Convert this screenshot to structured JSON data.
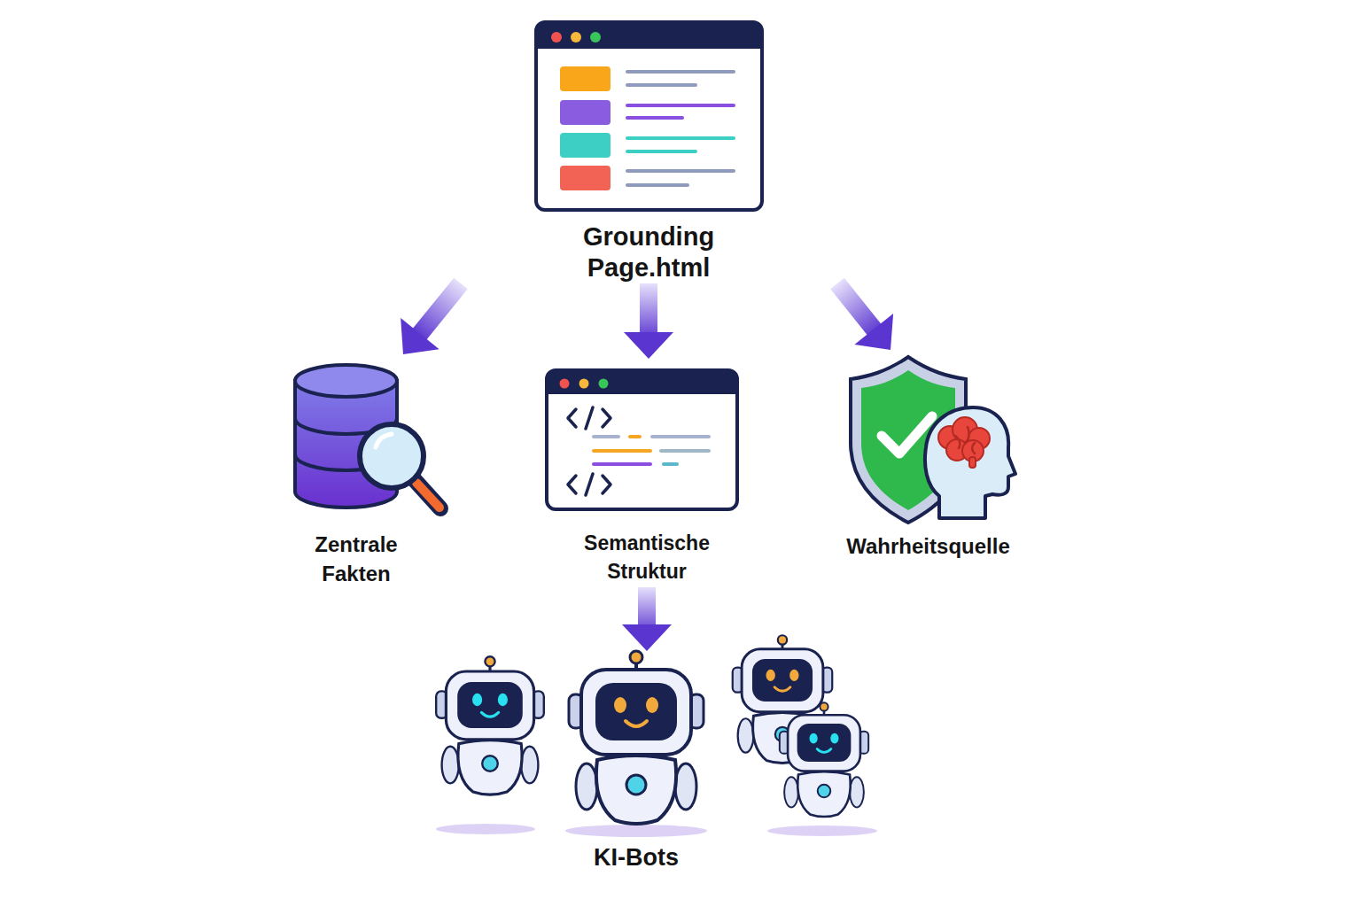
{
  "diagram": {
    "nodes": [
      {
        "text": [
          "Grounding Page.html"
        ]
      },
      {
        "text": [
          "Zentrale Fakten"
        ]
      },
      {
        "text": [
          "Semantische Struktur"
        ]
      },
      {
        "text": [
          "Wahrheitsquelle"
        ]
      },
      {
        "text": [
          "KI-Bots"
        ]
      }
    ],
    "edges": [
      {
        "from": 0,
        "to": 1,
        "arrow": "to"
      },
      {
        "from": 0,
        "to": 2,
        "arrow": "to"
      },
      {
        "from": 0,
        "to": 3,
        "arrow": "to"
      },
      {
        "from": 2,
        "to": 4,
        "arrow": "to"
      }
    ]
  }
}
